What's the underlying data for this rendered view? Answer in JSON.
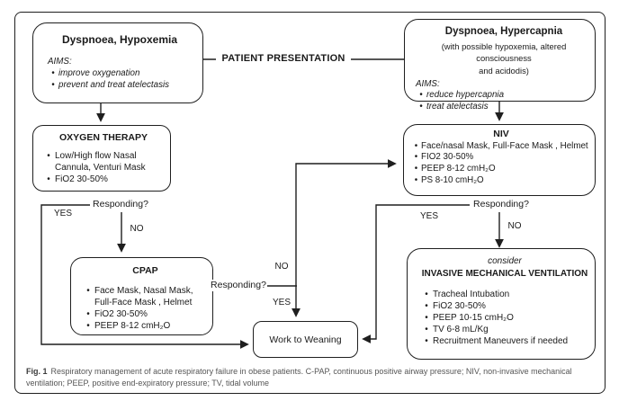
{
  "ui": {
    "bullet": "•"
  },
  "labels": {
    "patient_presentation": "PATIENT PRESENTATION",
    "responding": "Responding?",
    "yes": "YES",
    "no": "NO"
  },
  "boxes": {
    "hypoxemia": {
      "title": "Dyspnoea, Hypoxemia",
      "aims_label": "AIMS:",
      "aims": [
        "improve oxygenation",
        "prevent and treat atelectasis"
      ]
    },
    "hypercapnia": {
      "title": "Dyspnoea, Hypercapnia",
      "subtitle_line1": "(with possible hypoxemia, altered consciousness",
      "subtitle_line2": "and acidodis)",
      "aims_label": "AIMS:",
      "aims": [
        "reduce hypercapnia",
        "treat atelectasis"
      ]
    },
    "oxygen_therapy": {
      "title": "OXYGEN THERAPY",
      "bullets": [
        "Low/High flow Nasal Cannula, Venturi Mask",
        "FiO2 30-50%"
      ]
    },
    "niv": {
      "title": "NIV",
      "bullets": [
        "Face/nasal Mask, Full-Face Mask , Helmet",
        "FIO2 30-50%",
        "PEEP 8-12 cmH₂O",
        "PS 8-10 cmH₂O"
      ]
    },
    "cpap": {
      "title": "CPAP",
      "bullets": [
        "Face Mask, Nasal Mask, Full-Face Mask , Helmet",
        "FiO2 30-50%",
        "PEEP 8-12 cmH₂O"
      ]
    },
    "imv": {
      "pre_title": "consider",
      "title": "INVASIVE MECHANICAL VENTILATION",
      "bullets": [
        "Tracheal Intubation",
        "FiO2 30-50%",
        "PEEP 10-15 cmH₂O",
        "TV 6-8 mL/Kg",
        "Recruitment Maneuvers if needed"
      ]
    },
    "weaning": {
      "title": "Work to Weaning"
    }
  },
  "caption": {
    "label": "Fig. 1",
    "text": "Respiratory management of acute respiratory failure in obese patients. C-PAP, continuous positive airway pressure; NIV, non-invasive mechanical ventilation; PEEP, positive end-expiratory pressure; TV, tidal volume"
  },
  "colors": {
    "line": "#1f1f1f",
    "caption": "#555555",
    "background": "#ffffff"
  }
}
